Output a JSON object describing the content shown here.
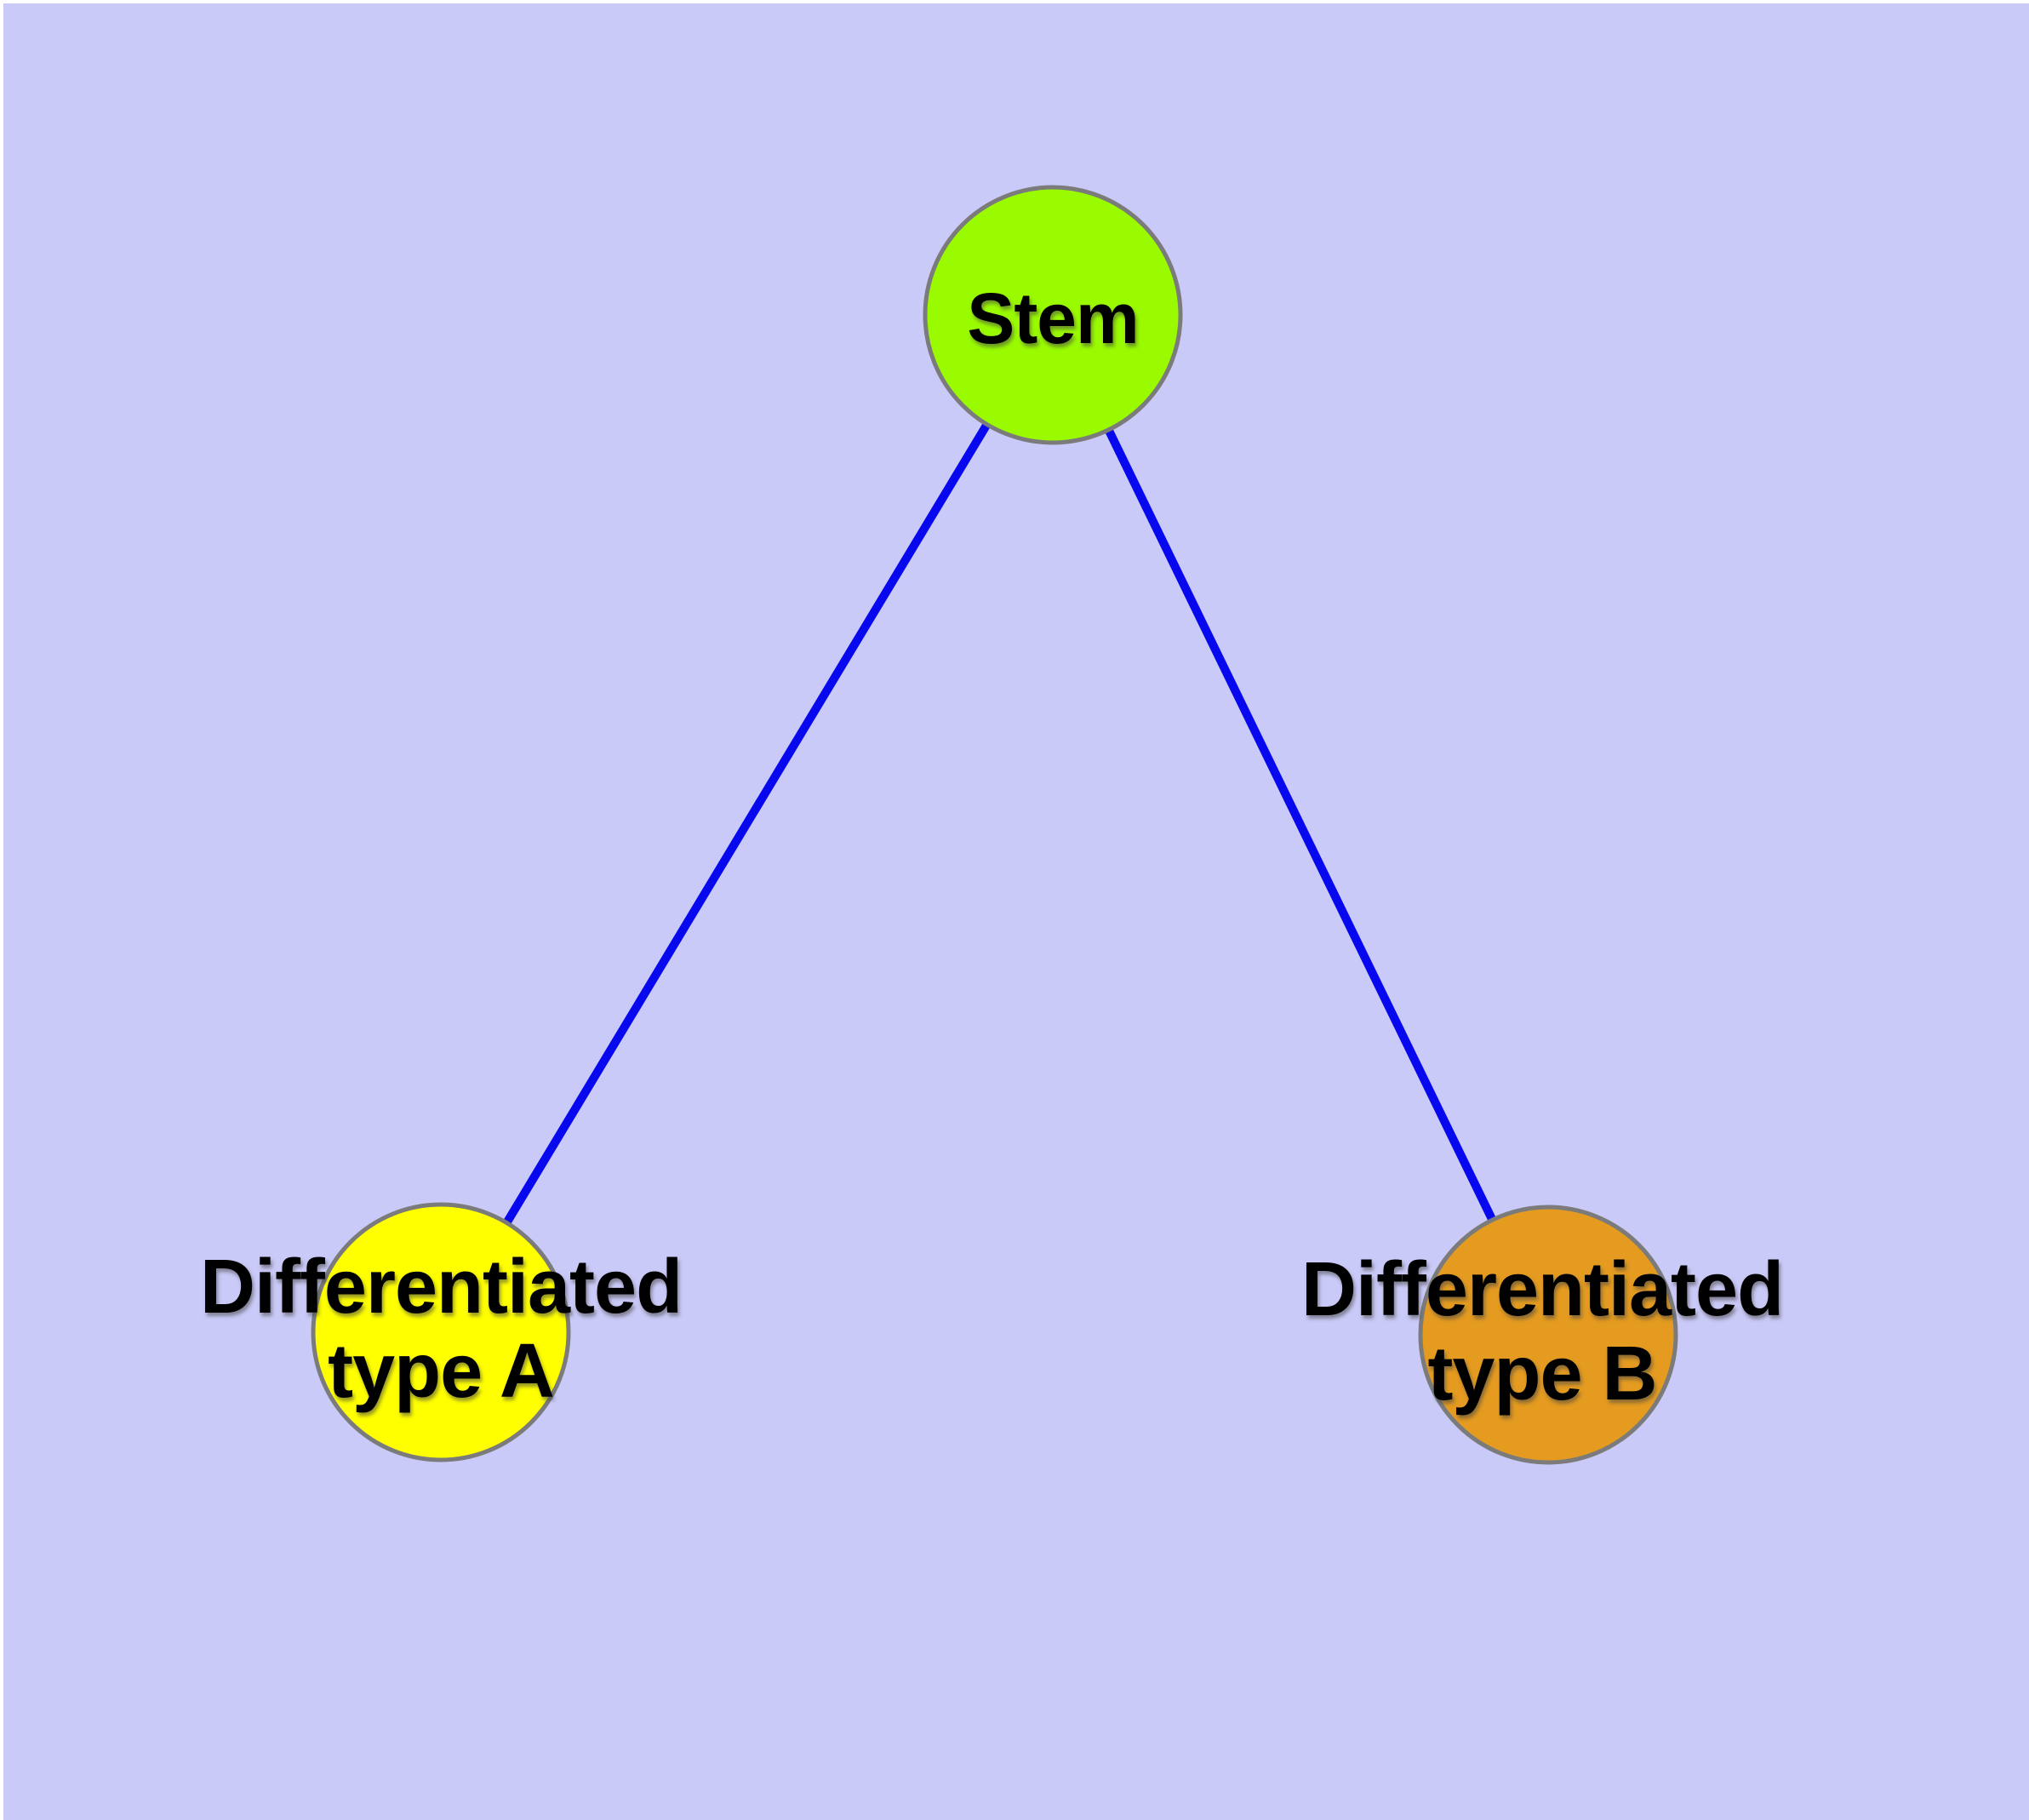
{
  "diagram": {
    "type": "node-link-graph",
    "background_color": "#CACAF8",
    "frame_color": "#FFFFFF",
    "edge_color": "#0808EF",
    "node_border_color": "#7B7B7B",
    "text_color": "#000000",
    "nodes": [
      {
        "id": "stem",
        "label": "Stem",
        "fill": "#9AFB00"
      },
      {
        "id": "differentiated-type-a",
        "label": "Differentiated\ntype A",
        "fill": "#FFFF00"
      },
      {
        "id": "differentiated-type-b",
        "label": "Differentiated\ntype B",
        "fill": "#E49B20"
      }
    ],
    "edges": [
      {
        "from": "stem",
        "to": "differentiated-type-a"
      },
      {
        "from": "stem",
        "to": "differentiated-type-b"
      }
    ]
  }
}
